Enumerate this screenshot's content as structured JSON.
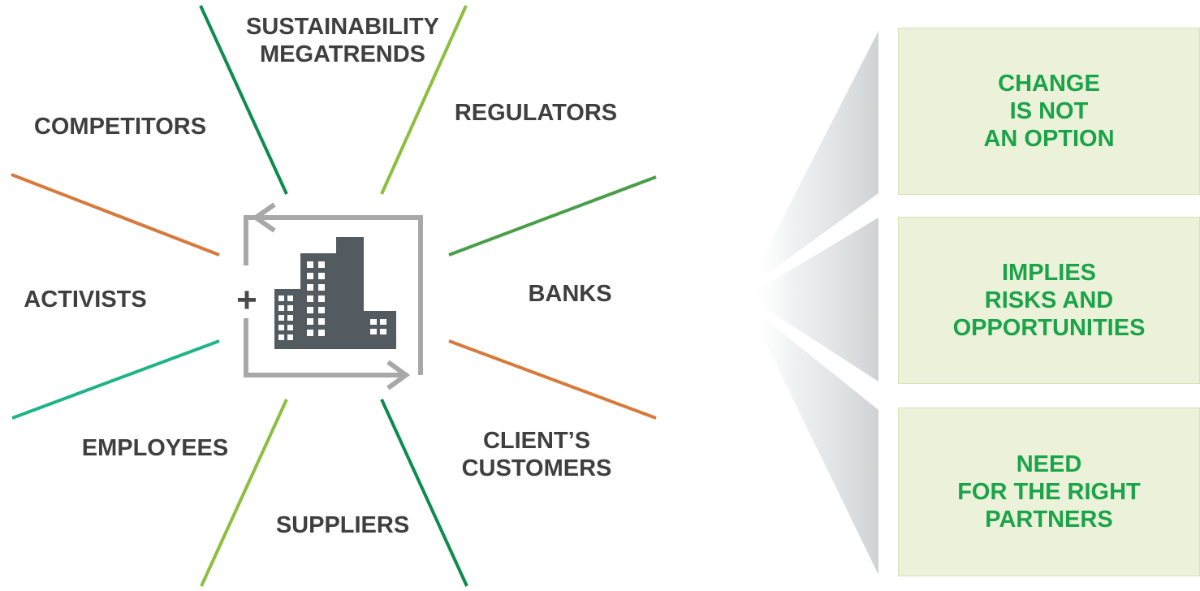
{
  "diagram": {
    "center": {
      "plus_symbol": "+",
      "icon": "office-building-icon",
      "arrow_icon": "circular-arrow-icon"
    },
    "stakeholders": [
      {
        "key": "sustainability",
        "label": "SUSTAINABILITY\nMEGATRENDS"
      },
      {
        "key": "regulators",
        "label": "REGULATORS"
      },
      {
        "key": "competitors",
        "label": "COMPETITORS"
      },
      {
        "key": "activists",
        "label": "ACTIVISTS"
      },
      {
        "key": "banks",
        "label": "BANKS"
      },
      {
        "key": "employees",
        "label": "EMPLOYEES"
      },
      {
        "key": "clients_customers",
        "label": "CLIENT’S\nCUSTOMERS"
      },
      {
        "key": "suppliers",
        "label": "SUPPLIERS"
      }
    ],
    "outcomes": [
      {
        "label": "CHANGE\nIS NOT\nAN OPTION"
      },
      {
        "label": "IMPLIES\nRISKS AND\nOPPORTUNITIES"
      },
      {
        "label": "NEED\nFOR THE RIGHT\nPARTNERS"
      }
    ],
    "colors": {
      "dark_green": "#0d8c4e",
      "light_green": "#8cbf3f",
      "mid_green": "#4a9e4a",
      "orange": "#d67a3c",
      "teal": "#1fb38a",
      "label_gray": "#3f3f3f",
      "icon_gray": "#545b60",
      "frame_gray": "#a8a8a8",
      "box_fill": "#ebf2d9",
      "box_text": "#1ba34a"
    }
  }
}
